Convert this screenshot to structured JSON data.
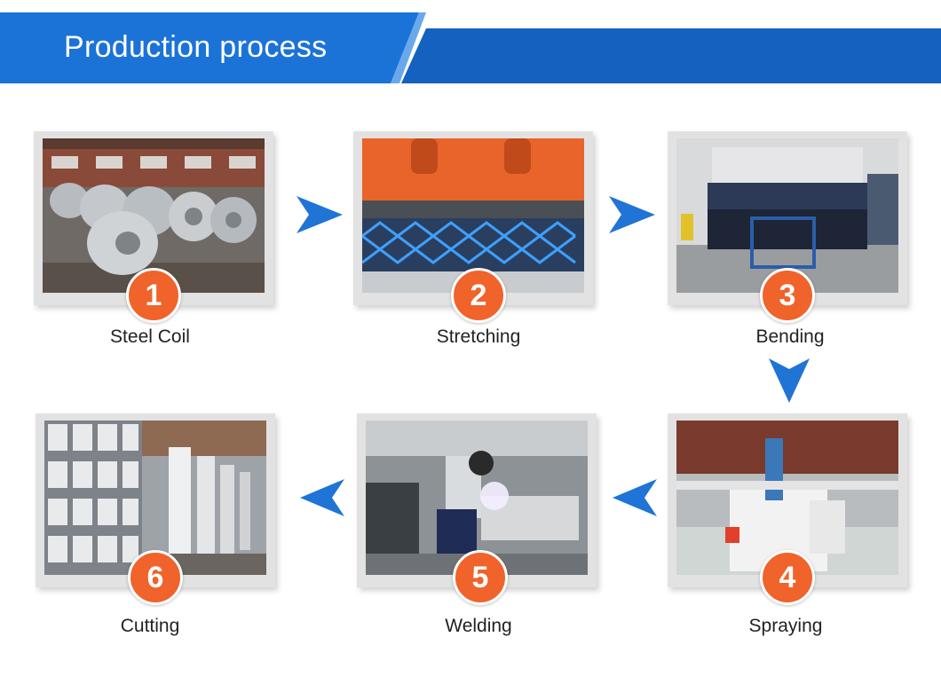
{
  "header": {
    "title": "Production process"
  },
  "colors": {
    "banner_blue": "#1b6fd0",
    "badge_orange": "#f0632a",
    "arrow_blue": "#1f74d6"
  },
  "steps": [
    {
      "number": "1",
      "label": "Steel Coil"
    },
    {
      "number": "2",
      "label": "Stretching"
    },
    {
      "number": "3",
      "label": "Bending"
    },
    {
      "number": "4",
      "label": "Spraying"
    },
    {
      "number": "5",
      "label": "Welding"
    },
    {
      "number": "6",
      "label": "Cutting"
    }
  ],
  "arrows": [
    "arrow-right-icon",
    "arrow-right-icon",
    "arrow-down-icon",
    "arrow-left-icon",
    "arrow-left-icon"
  ]
}
